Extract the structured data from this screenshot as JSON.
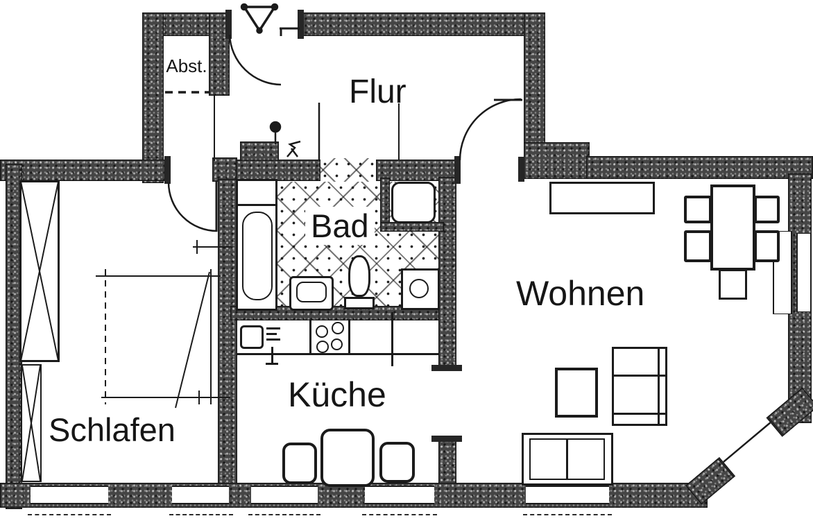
{
  "type": "apartment-floor-plan",
  "rooms": {
    "abst": {
      "label": "Abst."
    },
    "flur": {
      "label": "Flur"
    },
    "bad": {
      "label": "Bad"
    },
    "kueche": {
      "label": "Küche"
    },
    "schlafen": {
      "label": "Schlafen"
    },
    "wohnen": {
      "label": "Wohnen"
    }
  },
  "fixtures": {
    "bad": [
      "bathtub",
      "washbasin",
      "toilet",
      "bidet",
      "washing-machine"
    ],
    "kueche": [
      "kitchen-sink",
      "faucet",
      "stove-4-burners",
      "dining-table",
      "chairs"
    ],
    "schlafen": [
      "wardrobe",
      "wardrobe-small",
      "bed"
    ],
    "wohnen": [
      "sideboard",
      "dining-table",
      "chairs",
      "side-table",
      "shelf-couch",
      "sofa"
    ]
  },
  "symbols": [
    "entrance-triangle-marker",
    "door-swing-arcs",
    "ceiling-lamp",
    "windows"
  ],
  "colors": {
    "wall_fill": "#454545",
    "line": "#1b1b1b",
    "background": "#ffffff",
    "text": "#161616"
  }
}
